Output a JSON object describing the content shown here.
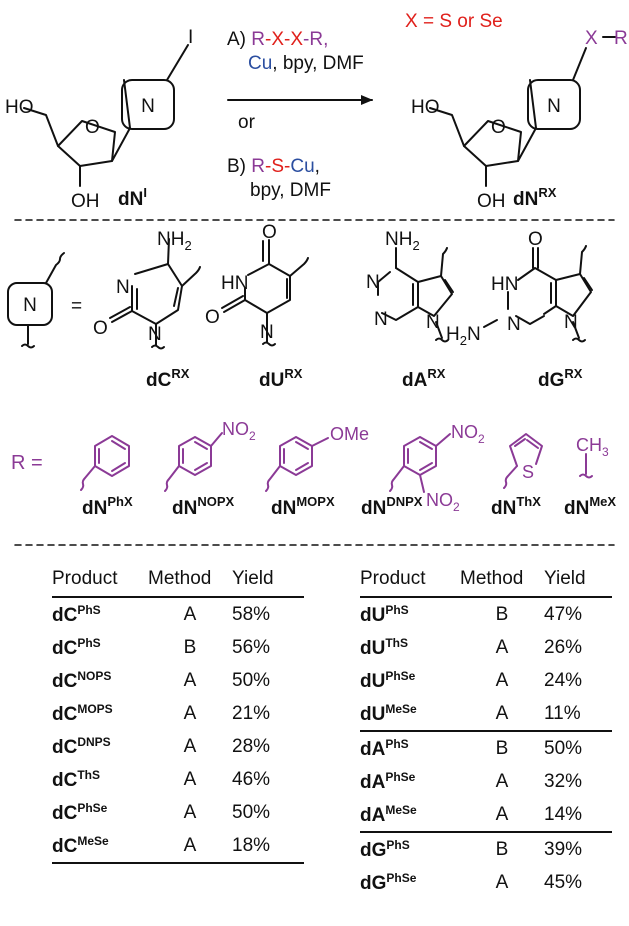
{
  "reaction": {
    "x_def": "X = S or Se",
    "method_a": {
      "letter": "A) ",
      "reagent_r": "R",
      "reagent_x1": "-X",
      "reagent_x2": "-X",
      "reagent_r2": "-R,",
      "cu": "Cu",
      "rest": ", bpy, DMF"
    },
    "or_label": "or",
    "method_b": {
      "letter": "B) ",
      "r": "R",
      "s": "-S-",
      "cu": "Cu",
      "comma": ",",
      "rest": "bpy, DMF"
    },
    "start": {
      "ho": "HO",
      "oh": "OH",
      "o": "O",
      "i": "I",
      "n": "N",
      "name": "dN",
      "sup": "I"
    },
    "product": {
      "ho": "HO",
      "oh": "OH",
      "o": "O",
      "n": "N",
      "x": "X",
      "r": "R",
      "name": "dN",
      "sup": "RX"
    }
  },
  "bases": {
    "n": "N",
    "eq": "=",
    "dC": {
      "name": "dC",
      "sup": "RX",
      "nh2": "NH",
      "sub2": "2",
      "n1": "N",
      "n2": "N",
      "o": "O"
    },
    "dU": {
      "name": "dU",
      "sup": "RX",
      "hn": "HN",
      "n": "N",
      "o1": "O",
      "o2": "O"
    },
    "dA": {
      "name": "dA",
      "sup": "RX",
      "nh2": "NH",
      "sub2": "2",
      "n1": "N",
      "n2": "N",
      "n3": "N"
    },
    "dG": {
      "name": "dG",
      "sup": "RX",
      "hn": "HN",
      "o": "O",
      "h2n": "H",
      "h2n_sub": "2",
      "h2n_n": "N",
      "n1": "N",
      "n2": "N"
    }
  },
  "substituents": {
    "r_eq": "R =",
    "no2": "NO",
    "no2_sub": "2",
    "ome": "OMe",
    "s": "S",
    "ch3": "CH",
    "ch3_sub": "3",
    "labels": [
      {
        "name": "dN",
        "sup": "PhX"
      },
      {
        "name": "dN",
        "sup": "NOPX"
      },
      {
        "name": "dN",
        "sup": "MOPX"
      },
      {
        "name": "dN",
        "sup": "DNPX"
      },
      {
        "name": "dN",
        "sup": "ThX"
      },
      {
        "name": "dN",
        "sup": "MeX"
      }
    ]
  },
  "tables": {
    "headers": {
      "product": "Product",
      "method": "Method",
      "yield": "Yield"
    },
    "left": [
      {
        "name": "dC",
        "sup": "PhS",
        "method": "A",
        "yield": "58%"
      },
      {
        "name": "dC",
        "sup": "PhS",
        "method": "B",
        "yield": "56%"
      },
      {
        "name": "dC",
        "sup": "NOPS",
        "method": "A",
        "yield": "50%"
      },
      {
        "name": "dC",
        "sup": "MOPS",
        "method": "A",
        "yield": "21%"
      },
      {
        "name": "dC",
        "sup": "DNPS",
        "method": "A",
        "yield": "28%"
      },
      {
        "name": "dC",
        "sup": "ThS",
        "method": "A",
        "yield": "46%"
      },
      {
        "name": "dC",
        "sup": "PhSe",
        "method": "A",
        "yield": "50%"
      },
      {
        "name": "dC",
        "sup": "MeSe",
        "method": "A",
        "yield": "18%"
      }
    ],
    "right": [
      {
        "name": "dU",
        "sup": "PhS",
        "method": "B",
        "yield": "47%"
      },
      {
        "name": "dU",
        "sup": "ThS",
        "method": "A",
        "yield": "26%"
      },
      {
        "name": "dU",
        "sup": "PhSe",
        "method": "A",
        "yield": "24%"
      },
      {
        "name": "dU",
        "sup": "MeSe",
        "method": "A",
        "yield": "11%"
      },
      {
        "name": "dA",
        "sup": "PhS",
        "method": "B",
        "yield": "50%"
      },
      {
        "name": "dA",
        "sup": "PhSe",
        "method": "A",
        "yield": "32%"
      },
      {
        "name": "dA",
        "sup": "MeSe",
        "method": "A",
        "yield": "14%"
      },
      {
        "name": "dG",
        "sup": "PhS",
        "method": "B",
        "yield": "39%"
      },
      {
        "name": "dG",
        "sup": "PhSe",
        "method": "A",
        "yield": "45%"
      }
    ]
  },
  "colors": {
    "purple": "#8b3a96",
    "red": "#e0201b",
    "blue": "#2b4ea0",
    "ink": "#111111"
  }
}
